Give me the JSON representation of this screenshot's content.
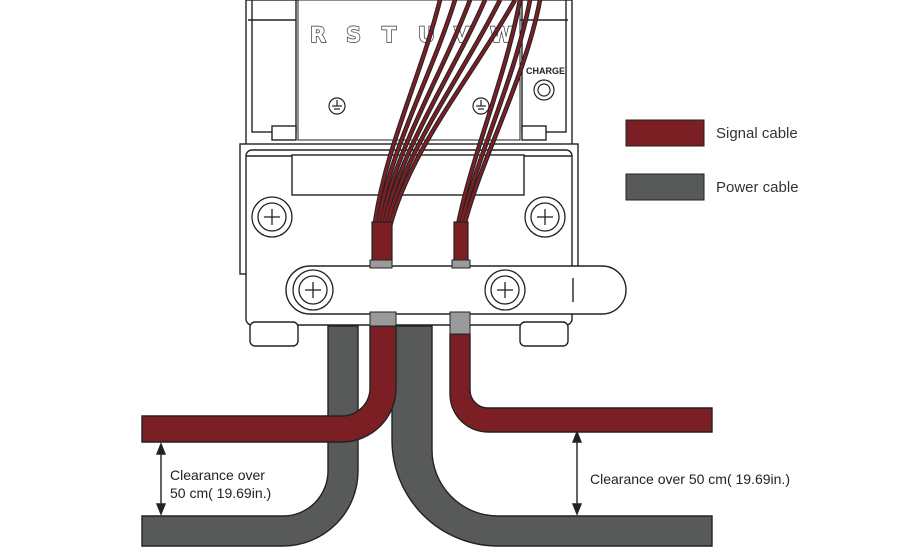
{
  "terminals": [
    "R",
    "S",
    "T",
    "U",
    "V",
    "W"
  ],
  "charge_label": "CHARGE",
  "legend": {
    "signal": {
      "label": "Signal cable",
      "color": "#7b1f24"
    },
    "power": {
      "label": "Power cable",
      "color": "#585a5a"
    }
  },
  "clearance_left": {
    "line1": "Clearance over",
    "line2": "50 cm( 19.69in.)"
  },
  "clearance_right": {
    "text": "Clearance over 50 cm( 19.69in.)"
  }
}
